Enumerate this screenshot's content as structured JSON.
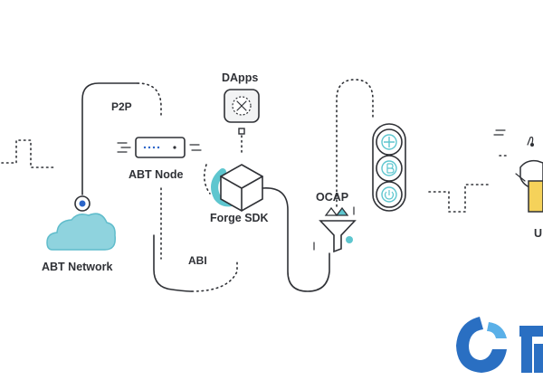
{
  "labels": {
    "p2p": "P2P",
    "abt_node": "ABT Node",
    "abt_network": "ABT Network",
    "dapps": "DApps",
    "forge_sdk": "Forge SDK",
    "abi": "ABI",
    "ocap": "OCAP",
    "user_partial": "U"
  },
  "colors": {
    "stroke": "#2f3136",
    "cloud": "#8fd3de",
    "cloud_dark": "#5fbccb",
    "accent": "#5ec6cf",
    "node_blue": "#2a64c8",
    "logo_blue": "#2a6fc2",
    "user_yellow": "#f5d25a"
  },
  "icons": {
    "cloud": "cloud-icon",
    "server": "server-node-icon",
    "cube": "cube-icon",
    "dapp_chip": "chip-icon",
    "funnel": "funnel-icon",
    "coin_stack": "coin-stack-icon",
    "logo": "brand-logo-icon"
  }
}
